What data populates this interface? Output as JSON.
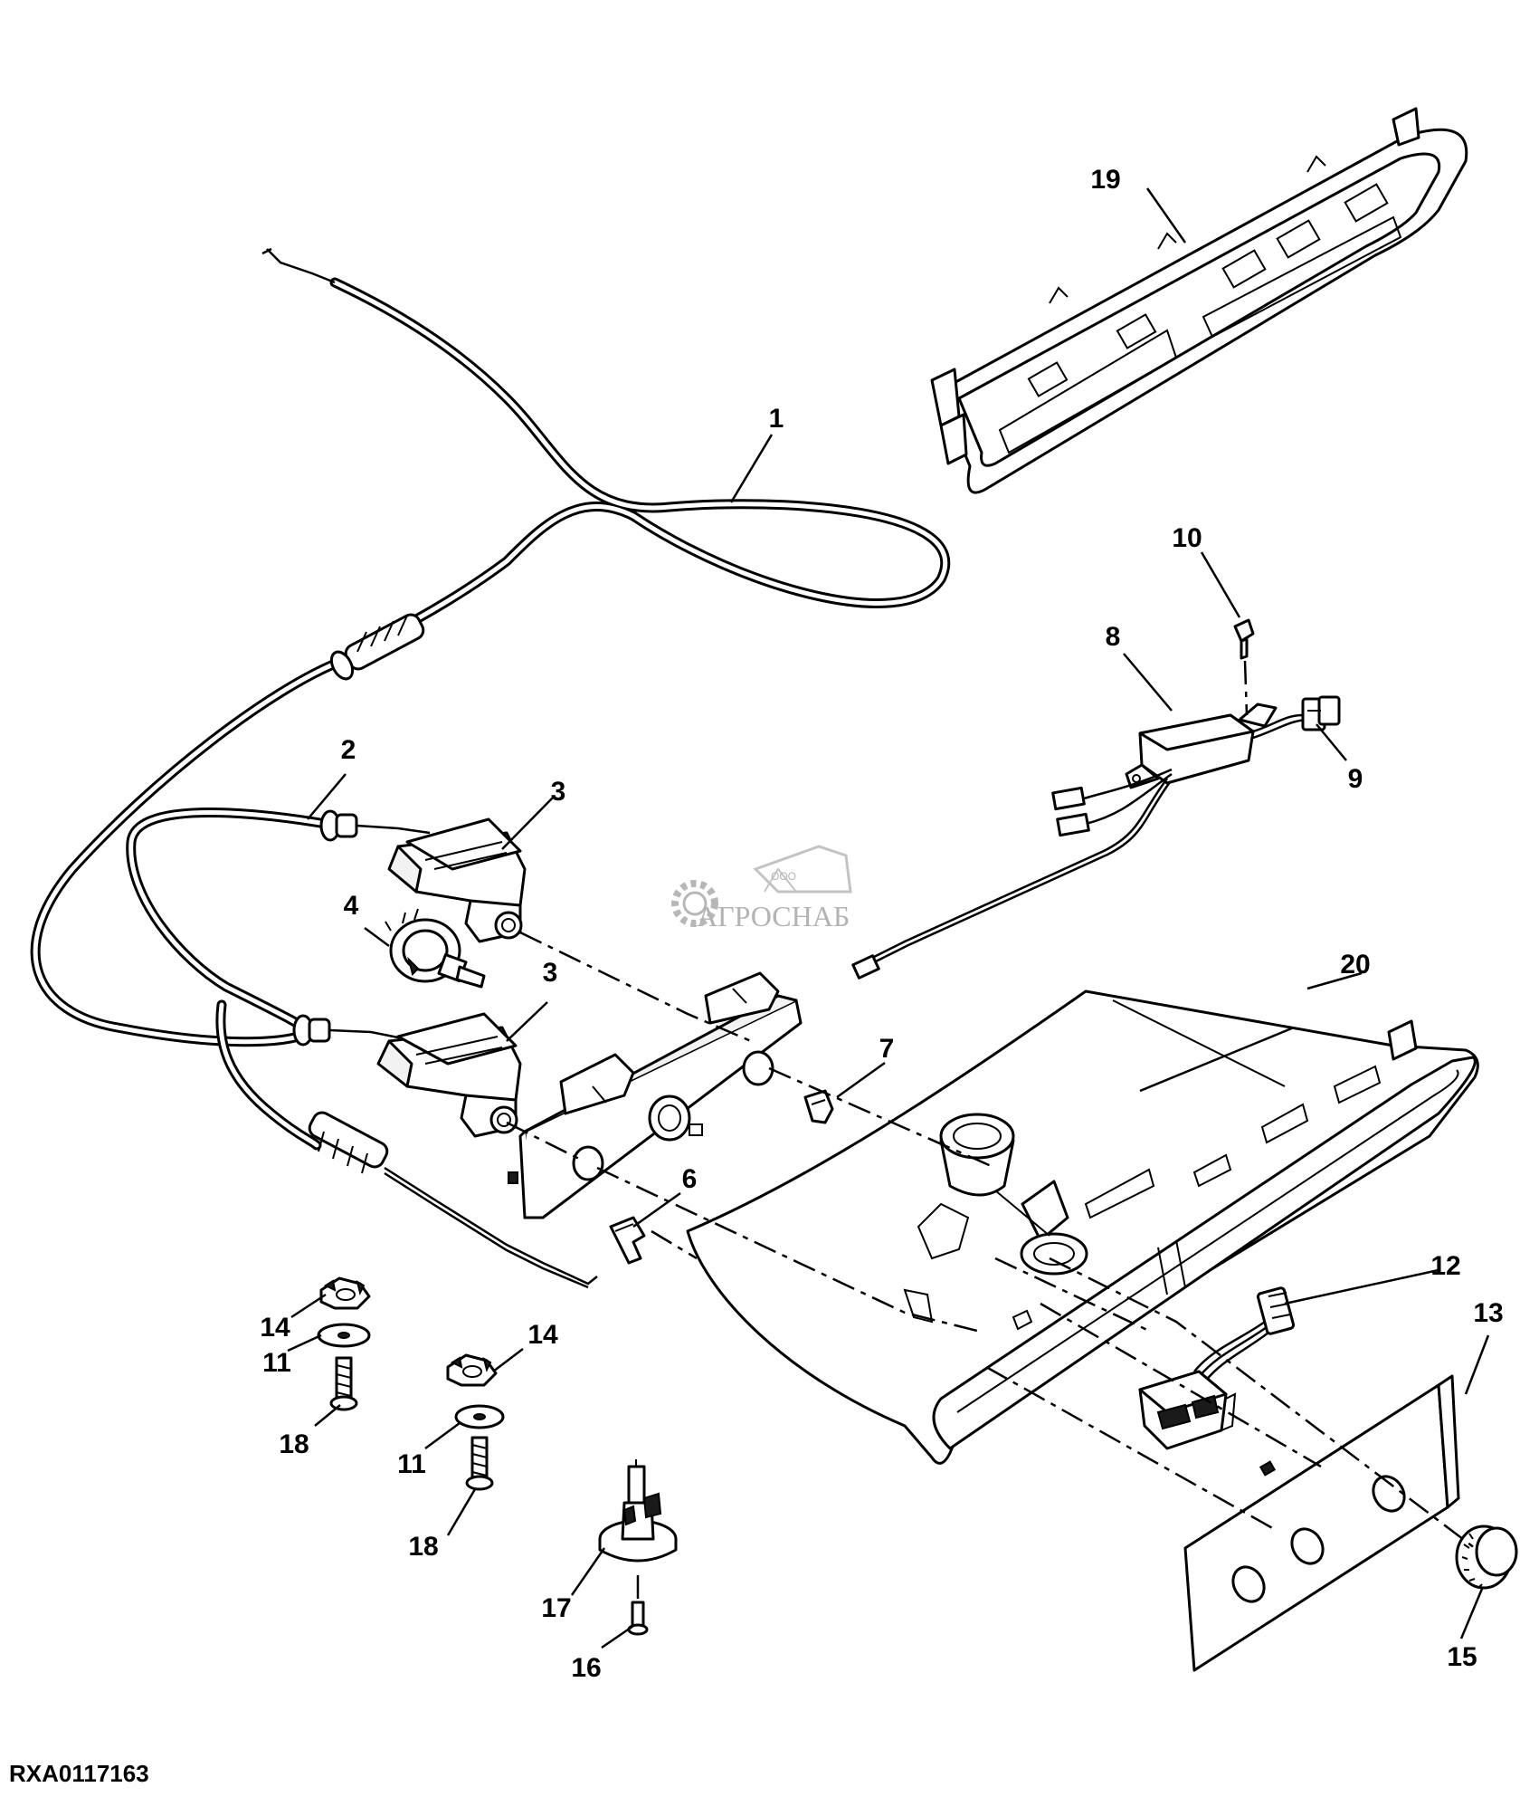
{
  "figure_id": "RXA0117163",
  "watermark": {
    "company_prefix": "ООО",
    "company_name": "АГРОСНАБ"
  },
  "callouts": {
    "c1": "1",
    "c2": "2",
    "c3a": "3",
    "c3b": "3",
    "c4": "4",
    "c6": "6",
    "c7": "7",
    "c8": "8",
    "c9": "9",
    "c10": "10",
    "c11a": "11",
    "c11b": "11",
    "c12": "12",
    "c13": "13",
    "c14a": "14",
    "c14b": "14",
    "c15": "15",
    "c16": "16",
    "c17": "17",
    "c18a": "18",
    "c18b": "18",
    "c19": "19",
    "c20": "20"
  }
}
